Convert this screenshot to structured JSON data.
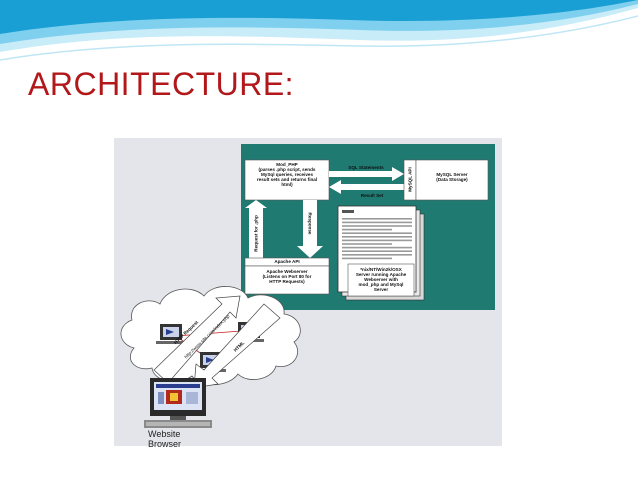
{
  "slide": {
    "title": "ARCHITECTURE:"
  },
  "theme": {
    "title_color": "#b2171a",
    "wave_colors": [
      "#1a9fd4",
      "#7fd0ee",
      "#c8ecf8"
    ],
    "diagram_panel_color": "#1f7a72",
    "figure_background": "#e4e5ea"
  },
  "diagram": {
    "mod_php": "Mod_PHP\n(parses .php script, sends\nMySql queries, receives\nresult sets and returns final\nhtml)",
    "sql_statements": "SQL Statements",
    "result_set": "Result Set",
    "mysql_api": "MySQL API",
    "mysql_server": "MySQL Server\n(Data Storage)",
    "request_for_php": "Request for .php",
    "response": "Response",
    "apache_api": "Apache API",
    "apache_webserver": "Apache Webserver\n(Listens on Port 80 for\nHTTP Requests)",
    "server_note": "*nix/NT/Win2k/OSX\nServer running Apache\nWebserver with\nmod_php and MySql\nServer",
    "http_request": "HTTP Request",
    "request_url": "http://www.site.com/index.php",
    "html": "HTML",
    "website_browser": "Website\nBrowser"
  },
  "icons": [
    "browser-computer-icon",
    "network-computer-icon",
    "server-document-icon",
    "internet-cloud-icon"
  ]
}
